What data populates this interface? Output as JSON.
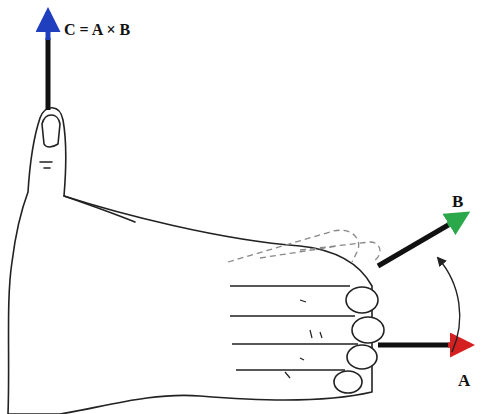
{
  "diagram": {
    "labels": [
      "C = A × B",
      "B",
      "A"
    ]
  }
}
